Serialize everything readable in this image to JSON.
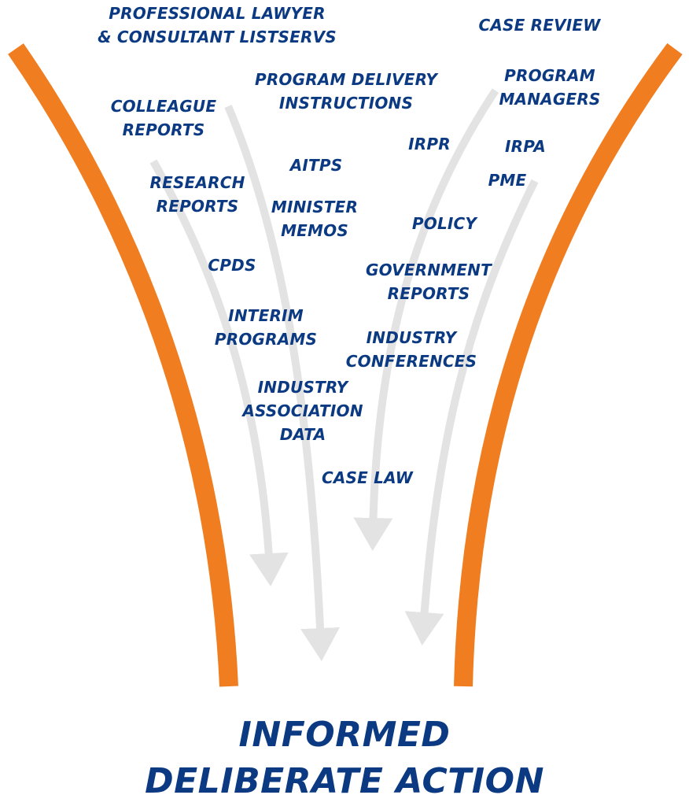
{
  "colors": {
    "funnel": "#f07d20",
    "label_text": "#0b3a82",
    "arrow": "#e3e3e3",
    "background": "#ffffff"
  },
  "labels": {
    "listservs": "PROFESSIONAL LAWYER\n& CONSULTANT LISTSERVS",
    "case_review": "CASE REVIEW",
    "program_delivery": "PROGRAM DELIVERY\nINSTRUCTIONS",
    "program_managers": "PROGRAM\nMANAGERS",
    "colleague_reports": "COLLEAGUE\nREPORTS",
    "irpr": "IRPR",
    "irpa": "IRPA",
    "aitps": "AITPS",
    "pme": "PME",
    "research_reports": "RESEARCH\nREPORTS",
    "minister_memos": "MINISTER\nMEMOS",
    "policy": "POLICY",
    "cpds": "CPDS",
    "government_reports": "GOVERNMENT\nREPORTS",
    "interim_programs": "INTERIM\nPROGRAMS",
    "industry_conferences": "INDUSTRY\nCONFERENCES",
    "industry_association_data": "INDUSTRY\nASSOCIATION\nDATA",
    "case_law": "CASE LAW"
  },
  "result": {
    "line1": "INFORMED",
    "line2": "DELIBERATE ACTION"
  }
}
